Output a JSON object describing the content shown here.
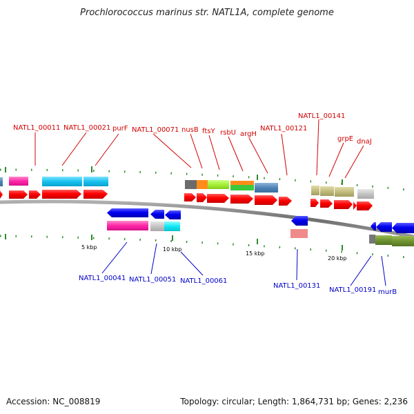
{
  "title": "Prochlorococcus marinus str. NATL1A, complete genome",
  "footer": {
    "accession": "Accession: NC_008819",
    "summary": "Topology: circular; Length: 1,864,731 bp; Genes: 2,236"
  },
  "scale_labels": [
    "5 kbp",
    "10 kbp",
    "15 kbp",
    "20 kbp"
  ],
  "top_labels": [
    "NATL1_00011",
    "NATL1_00021",
    "purF",
    "NATL1_00071",
    "nusB",
    "ftsY",
    "rsbU",
    "argH",
    "NATL1_00121",
    "NATL1_00141",
    "grpE",
    "dnaJ"
  ],
  "bottom_labels": [
    "NATL1_00041",
    "NATL1_00051",
    "NATL1_00061",
    "NATL1_00131",
    "NATL1_00191",
    "murB"
  ],
  "colors": {
    "label_top": "#d00000",
    "label_bottom": "#0000c8",
    "forward_gene": "#ff0000",
    "reverse_gene": "#0000ee",
    "backbone": "#888888"
  }
}
